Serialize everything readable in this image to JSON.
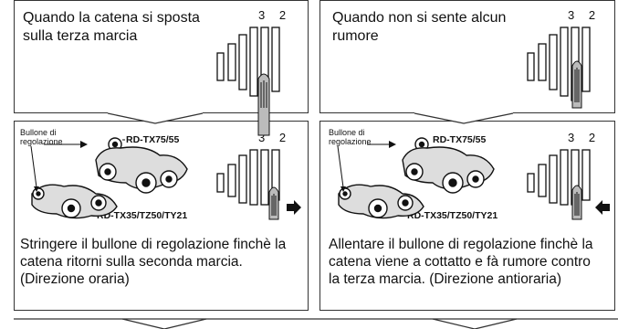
{
  "steps": {
    "top_left": {
      "text": "Quando la catena si sposta\nsulla terza marcia",
      "gears": "3 2"
    },
    "top_right": {
      "text": "Quando non si sente alcun\nrumore",
      "gears": "3 2"
    },
    "bottom_left": {
      "adjust_label": "Bullone di\nregolazione",
      "model_upper": "RD-TX75/55",
      "model_lower": "RD-TX35/TZ50/TY21",
      "gears": "3 2",
      "instruction": "Stringere il bullone di regolazione finchè la\ncatena ritorni sulla seconda marcia.\n(Direzione oraria)"
    },
    "bottom_right": {
      "adjust_label": "Bullone di\nregolazione",
      "model_upper": "RD-TX75/55",
      "model_lower": "RD-TX35/TZ50/TY21",
      "gears": "3 2",
      "instruction": "Allentare il bullone di regolazione finchè la\ncatena viene a cottatto e fà rumore contro\nla terza marcia. (Direzione antioraria)"
    }
  },
  "arrow_icons": {
    "bottom_left": "arrow-right-icon",
    "bottom_right": "arrow-left-icon"
  }
}
